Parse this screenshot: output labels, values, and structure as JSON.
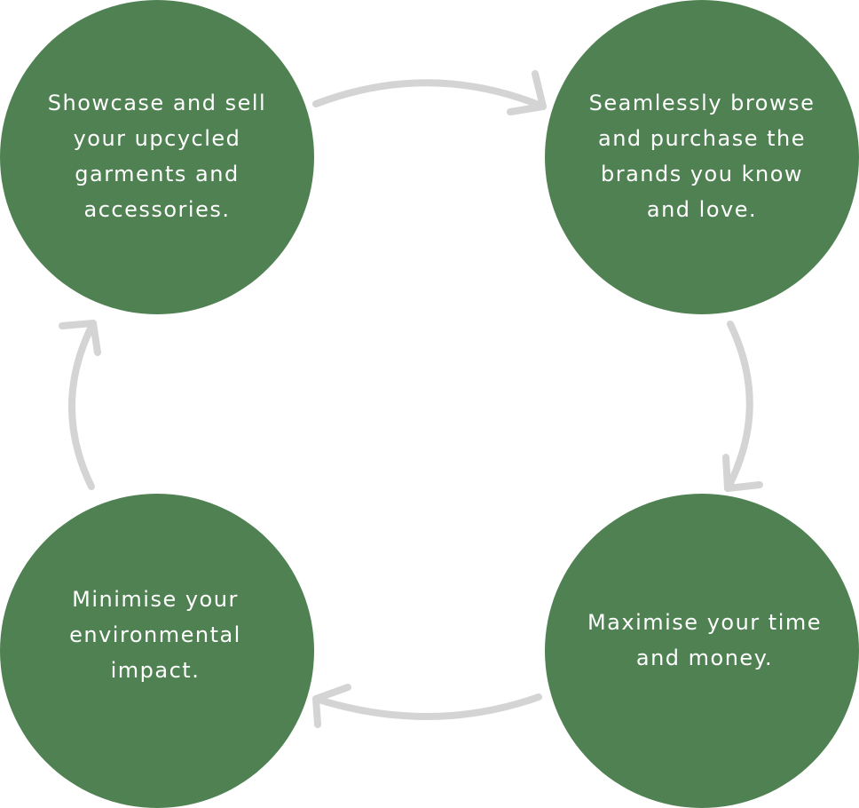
{
  "colors": {
    "node_fill": "#4f8152",
    "node_text": "#ffffff",
    "arrow": "#d4d4d4"
  },
  "nodes": [
    {
      "label": "Showcase and sell\nyour upcycled\ngarments and\naccessories."
    },
    {
      "label": "Seamlessly browse\nand purchase the\nbrands you know\nand love."
    },
    {
      "label": "Maximise your time\nand money."
    },
    {
      "label": "Minimise your\nenvironmental\nimpact."
    }
  ],
  "arrows": [
    {
      "from": 1,
      "to": 2
    },
    {
      "from": 2,
      "to": 3
    },
    {
      "from": 3,
      "to": 4
    },
    {
      "from": 4,
      "to": 1
    }
  ]
}
